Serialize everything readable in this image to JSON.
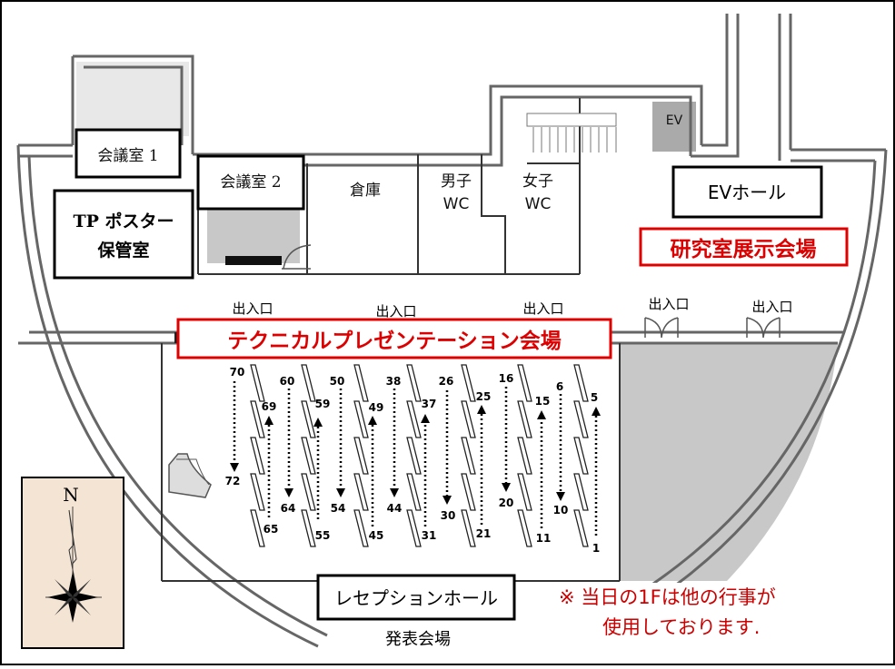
{
  "rooms": {
    "meeting1": "会議室 1",
    "meeting2": "会議室 2",
    "poster_line1": "TP ポスター",
    "poster_line2": "保管室",
    "storage": "倉庫",
    "mens_wc_line1": "男子",
    "mens_wc_line2": "WC",
    "womens_wc_line1": "女子",
    "womens_wc_line2": "WC",
    "ev": "EV",
    "ev_hall": "EVホール",
    "reception_hall": "レセプションホール"
  },
  "venues": {
    "lab_exhibit": "研究室展示会場",
    "technical": "テクニカルプレゼンテーション会場",
    "presentation": "発表会場"
  },
  "entrances": [
    "出入口",
    "出入口",
    "出入口",
    "出入口",
    "出入口"
  ],
  "compass": {
    "north": "N"
  },
  "booth_numbers": [
    "70",
    "72",
    "69",
    "65",
    "60",
    "64",
    "59",
    "55",
    "50",
    "54",
    "49",
    "45",
    "38",
    "44",
    "37",
    "31",
    "26",
    "30",
    "25",
    "21",
    "16",
    "20",
    "15",
    "11",
    "6",
    "10",
    "5",
    "1"
  ],
  "note": {
    "line1": "※ 当日の1Fは他の行事が",
    "line2": "使用しております."
  },
  "colors": {
    "red": "#e00000",
    "gray_area": "#c8c8c8",
    "compass_bg": "#f3e4d4"
  }
}
